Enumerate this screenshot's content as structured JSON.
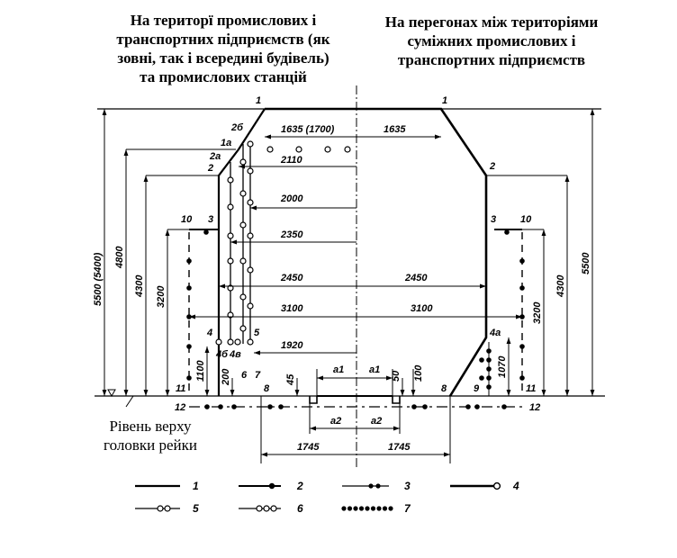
{
  "headers": {
    "left": [
      "На територї промислових і",
      "транспортних підприємств (як",
      "зовні, так і всередині будівель)",
      "та промислових станцій"
    ],
    "right": [
      "На перегонах між територіями",
      "суміжних промислових і",
      "транспортних підприємств"
    ]
  },
  "rail_label": [
    "Рівень верху",
    "головки рейки"
  ],
  "dims": {
    "w1635_1700": "1635 (1700)",
    "w1635": "1635",
    "w2110": "2110",
    "w2000": "2000",
    "w2350": "2350",
    "w2450_left": "2450",
    "w2450_right": "2450",
    "w3100_left": "3100",
    "w3100_right": "3100",
    "w1920": "1920",
    "w1745_left": "1745",
    "w1745_right": "1745",
    "h5500_5400": "5500 (5400)",
    "h4800": "4800",
    "h4300_left": "4300",
    "h3200_left": "3200",
    "h1100": "1100",
    "h200": "200",
    "h45": "45",
    "h50": "50",
    "h100": "100",
    "h1070": "1070",
    "h3200_right": "3200",
    "h4300_right": "4300",
    "h5500_right": "5500",
    "a1_left": "a1",
    "a1_right": "a1",
    "a2_left": "a2",
    "a2_right": "a2"
  },
  "points": {
    "p1_left": "1",
    "p1_right": "1",
    "p2b": "2б",
    "p1a": "1а",
    "p2a": "2а",
    "p2_left": "2",
    "p2_right": "2",
    "p10_left": "10",
    "p3_left": "3",
    "p3_right": "3",
    "p10_right": "10",
    "p4": "4",
    "p4b": "4б",
    "p4v": "4в",
    "p5": "5",
    "p4a": "4а",
    "p6": "6",
    "p7": "7",
    "p8_left": "8",
    "p8_right": "8",
    "p9": "9",
    "p11_left": "11",
    "p11_right": "11",
    "p12_left": "12",
    "p12_right": "12"
  },
  "legend": [
    "1",
    "2",
    "3",
    "4",
    "5",
    "6",
    "7"
  ]
}
